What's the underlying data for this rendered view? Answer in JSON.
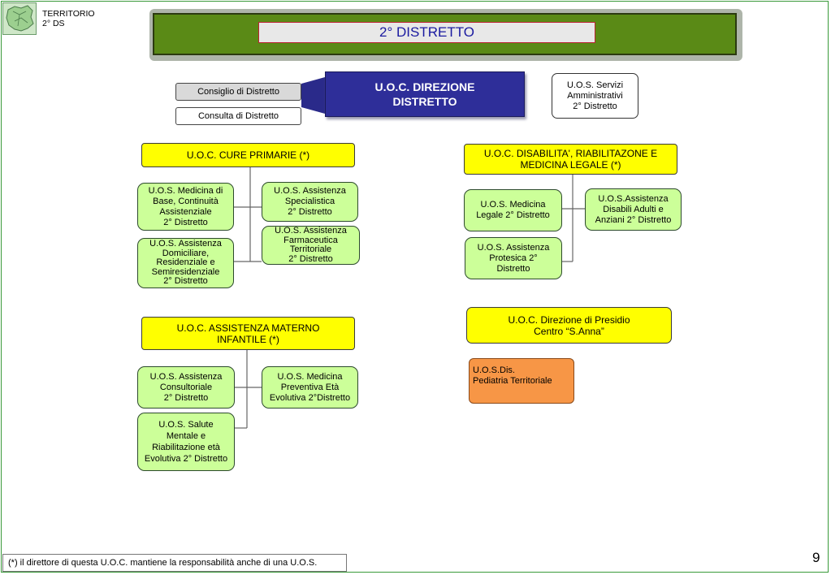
{
  "territory": {
    "line1": "TERRITORIO",
    "line2": "2° DS"
  },
  "banner": {
    "title": "2° DISTRETTO"
  },
  "direzione": {
    "line1": "U.O.C. DIREZIONE",
    "line2": "DISTRETTO"
  },
  "consiglio": "Consiglio di Distretto",
  "consulta": "Consulta di Distretto",
  "servizi_amm": {
    "line1": "U.O.S. Servizi",
    "line2": "Amministrativi",
    "line3": "2° Distretto"
  },
  "cure_primarie": {
    "title": "U.O.C. CURE PRIMARIE (*)",
    "medicina_base": {
      "line1": "U.O.S. Medicina di",
      "line2": "Base, Continuità",
      "line3": "Assistenziale",
      "line4": "2° Distretto"
    },
    "domiciliare": {
      "line1": "U.O.S. Assistenza",
      "line2": "Domiciliare,",
      "line3": "Residenziale e",
      "line4": "Semiresidenziale",
      "line5": "2° Distretto"
    },
    "specialistica": {
      "line1": "U.O.S. Assistenza",
      "line2": "Specialistica",
      "line3": "2° Distretto"
    },
    "farmaceutica": {
      "line1": "U.O.S. Assistenza",
      "line2": "Farmaceutica",
      "line3": "Territoriale",
      "line4": "2° Distretto"
    }
  },
  "disabilita": {
    "title_line1": "U.O.C. DISABILITA', RIABILITAZONE E",
    "title_line2": "MEDICINA LEGALE  (*)",
    "medicina_legale": {
      "line1": "U.O.S. Medicina",
      "line2": "Legale 2° Distretto"
    },
    "disabili": {
      "line1": "U.O.S.Assistenza",
      "line2": "Disabili Adulti e",
      "line3": "Anziani 2° Distretto"
    },
    "protesica": {
      "line1": "U.O.S. Assistenza",
      "line2": "Protesica 2°",
      "line3": "Distretto"
    }
  },
  "materno": {
    "title_line1": "U.O.C. ASSISTENZA MATERNO",
    "title_line2": "INFANTILE (*)",
    "consultoriale": {
      "line1": "U.O.S. Assistenza",
      "line2": "Consultoriale",
      "line3": "2° Distretto"
    },
    "preventiva": {
      "line1": "U.O.S. Medicina",
      "line2": "Preventiva Età",
      "line3": "Evolutiva 2°Distretto"
    },
    "salute_mentale": {
      "line1": "U.O.S. Salute",
      "line2": "Mentale e",
      "line3": "Riabilitazione età",
      "line4": "Evolutiva 2° Distretto"
    }
  },
  "presidio": {
    "line1": "U.O.C. Direzione di Presidio",
    "line2": "Centro  “S.Anna”"
  },
  "pediatria": {
    "line1": "U.O.S.Dis.",
    "line2": "Pediatria Territoriale"
  },
  "footnote": "(*) il direttore di questa U.O.C. mantiene la responsabilità anche di una U.O.S.",
  "page_number": "9"
}
